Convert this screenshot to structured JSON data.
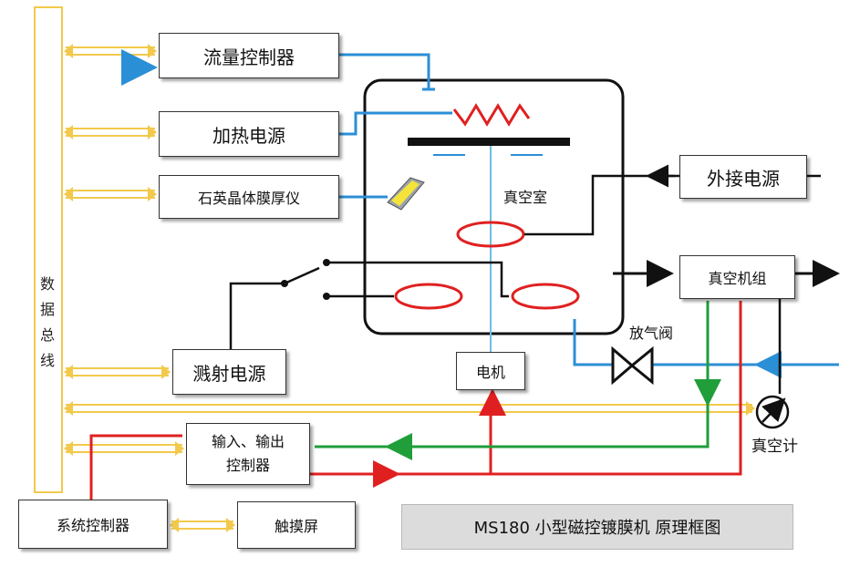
{
  "components": {
    "flow_controller": "流量控制器",
    "heating_power": "加热电源",
    "quartz_thickness_meter": "石英晶体膜厚仪",
    "vacuum_chamber": "真空室",
    "external_power": "外接电源",
    "vacuum_pump_unit": "真空机组",
    "vent_valve": "放气阀",
    "sputter_power": "溅射电源",
    "motor": "电机",
    "vacuum_gauge": "真空计",
    "io_controller_line1": "输入、输出",
    "io_controller_line2": "控制器",
    "system_controller": "系统控制器",
    "touch_screen": "触摸屏"
  },
  "data_bus_label": "数据总线",
  "caption": "MS180 小型磁控镀膜机 原理框图",
  "colors": {
    "bus": "#f2c94c",
    "gas_line": "#2b8fd6",
    "signal_red": "#e02020",
    "signal_green": "#1f9e3a",
    "heater": "#e02020",
    "wire": "#111111"
  }
}
